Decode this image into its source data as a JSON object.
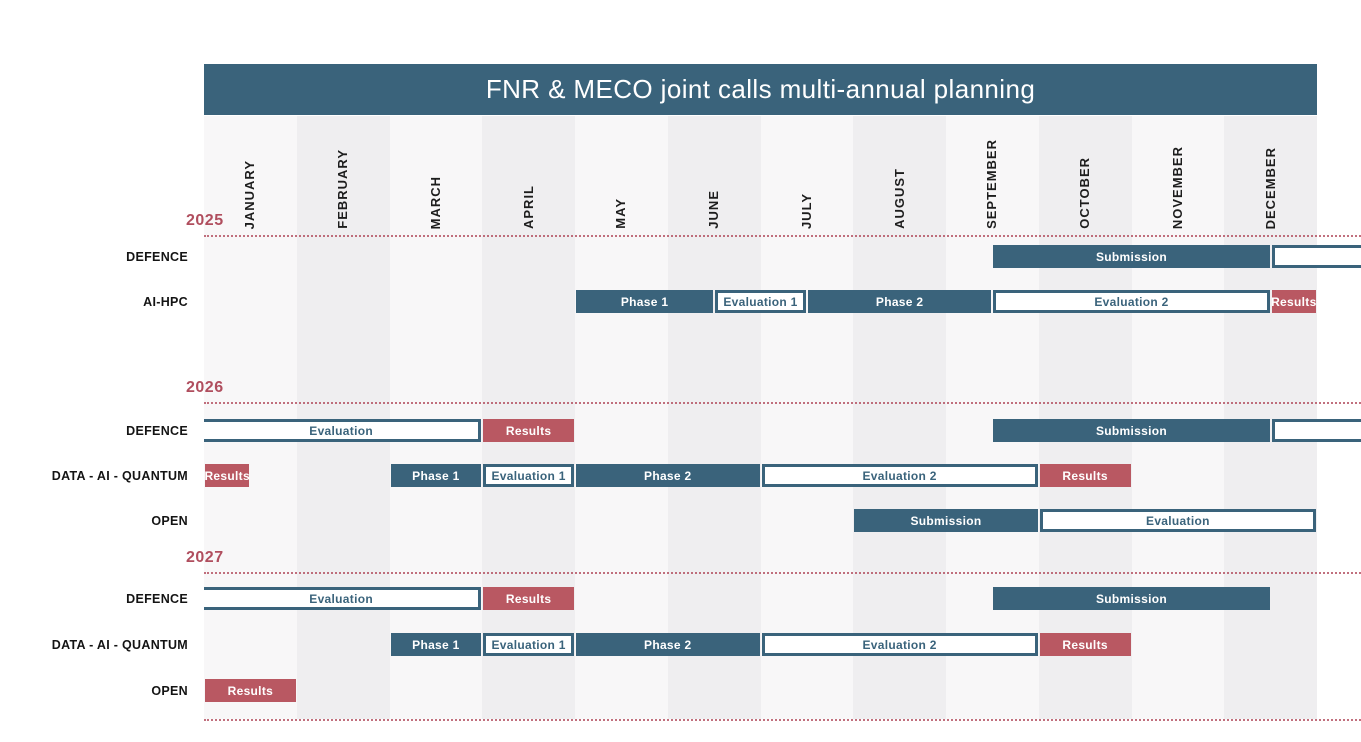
{
  "title": "FNR & MECO joint calls multi-annual planning",
  "colors": {
    "teal": "#3a637b",
    "red": "#b95862",
    "year_text": "#b04e5e",
    "divider_dots": "#b24c5e",
    "stripe_light": "#f8f7f8",
    "stripe_dark": "#efeef0",
    "label_text": "#141414"
  },
  "chart_data": {
    "type": "bar",
    "subtype": "gantt-timeline",
    "title": "FNR & MECO joint calls multi-annual planning",
    "x_unit": "months",
    "x_range": [
      0,
      12
    ],
    "months": [
      "JANUARY",
      "FEBRUARY",
      "MARCH",
      "APRIL",
      "MAY",
      "JUNE",
      "JULY",
      "AUGUST",
      "SEPTEMBER",
      "OCTOBER",
      "NOVEMBER",
      "DECEMBER"
    ],
    "bar_style_legend": {
      "solid": "submission / phase (teal fill)",
      "outline": "evaluation (white, teal border)",
      "results": "results (red fill)"
    },
    "sections": [
      {
        "year": "2025",
        "rows": [
          {
            "label": "DEFENCE",
            "bars": [
              {
                "label": "Submission",
                "style": "solid",
                "start": 8.5,
                "end": 11.5
              },
              {
                "label": "",
                "style": "outline",
                "start": 11.5,
                "end": 12.5,
                "open_right": true
              }
            ]
          },
          {
            "label": "AI-HPC",
            "bars": [
              {
                "label": "Phase 1",
                "style": "solid",
                "start": 4,
                "end": 5.5
              },
              {
                "label": "Evaluation 1",
                "style": "outline",
                "start": 5.5,
                "end": 6.5
              },
              {
                "label": "Phase 2",
                "style": "solid",
                "start": 6.5,
                "end": 8.5
              },
              {
                "label": "Evaluation 2",
                "style": "outline",
                "start": 8.5,
                "end": 11.5
              },
              {
                "label": "Results",
                "style": "results",
                "start": 11.5,
                "end": 12
              }
            ]
          }
        ]
      },
      {
        "year": "2026",
        "rows": [
          {
            "label": "DEFENCE",
            "bars": [
              {
                "label": "Evaluation",
                "style": "outline",
                "start": 0,
                "end": 3,
                "open_left": true
              },
              {
                "label": "Results",
                "style": "results",
                "start": 3,
                "end": 4
              },
              {
                "label": "Submission",
                "style": "solid",
                "start": 8.5,
                "end": 11.5
              },
              {
                "label": "",
                "style": "outline",
                "start": 11.5,
                "end": 12.5,
                "open_right": true
              }
            ]
          },
          {
            "label": "DATA - AI - QUANTUM",
            "bars": [
              {
                "label": "Results",
                "style": "results",
                "start": 0,
                "end": 0.5
              },
              {
                "label": "Phase 1",
                "style": "solid",
                "start": 2,
                "end": 3
              },
              {
                "label": "Evaluation 1",
                "style": "outline",
                "start": 3,
                "end": 4
              },
              {
                "label": "Phase 2",
                "style": "solid",
                "start": 4,
                "end": 6
              },
              {
                "label": "Evaluation 2",
                "style": "outline",
                "start": 6,
                "end": 9
              },
              {
                "label": "Results",
                "style": "results",
                "start": 9,
                "end": 10
              }
            ]
          },
          {
            "label": "OPEN",
            "bars": [
              {
                "label": "Submission",
                "style": "solid",
                "start": 7,
                "end": 9
              },
              {
                "label": "Evaluation",
                "style": "outline",
                "start": 9,
                "end": 12
              }
            ]
          }
        ]
      },
      {
        "year": "2027",
        "rows": [
          {
            "label": "DEFENCE",
            "bars": [
              {
                "label": "Evaluation",
                "style": "outline",
                "start": 0,
                "end": 3,
                "open_left": true
              },
              {
                "label": "Results",
                "style": "results",
                "start": 3,
                "end": 4
              },
              {
                "label": "Submission",
                "style": "solid",
                "start": 8.5,
                "end": 11.5
              }
            ]
          },
          {
            "label": "DATA - AI - QUANTUM",
            "bars": [
              {
                "label": "Phase 1",
                "style": "solid",
                "start": 2,
                "end": 3
              },
              {
                "label": "Evaluation 1",
                "style": "outline",
                "start": 3,
                "end": 4
              },
              {
                "label": "Phase 2",
                "style": "solid",
                "start": 4,
                "end": 6
              },
              {
                "label": "Evaluation 2",
                "style": "outline",
                "start": 6,
                "end": 9
              },
              {
                "label": "Results",
                "style": "results",
                "start": 9,
                "end": 10
              }
            ]
          },
          {
            "label": "OPEN",
            "bars": [
              {
                "label": "Results",
                "style": "results",
                "start": 0,
                "end": 1
              }
            ]
          }
        ]
      }
    ]
  }
}
